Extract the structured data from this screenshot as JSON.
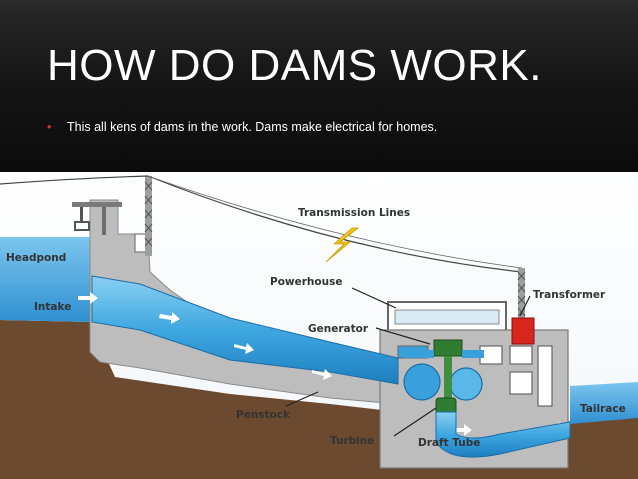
{
  "slide": {
    "title": "HOW DO DAMS WORK.",
    "bullet": "This all kens of dams in the work. Dams make electrical for homes."
  },
  "diagram": {
    "labels": {
      "headpond": "Headpond",
      "intake": "Intake",
      "penstock": "Penstock",
      "transmission_lines": "Transmission Lines",
      "powerhouse": "Powerhouse",
      "generator": "Generator",
      "transformer": "Transformer",
      "turbine": "Turbine",
      "draft_tube": "Draft Tube",
      "tailrace": "Tailrace"
    }
  },
  "colors": {
    "water": "#3aa0db",
    "concrete": "#bdbdbd",
    "ground": "#6b4a2f",
    "transformer": "#d7261e",
    "generator": "#2f7d32",
    "bullet": "#c83a3a"
  }
}
